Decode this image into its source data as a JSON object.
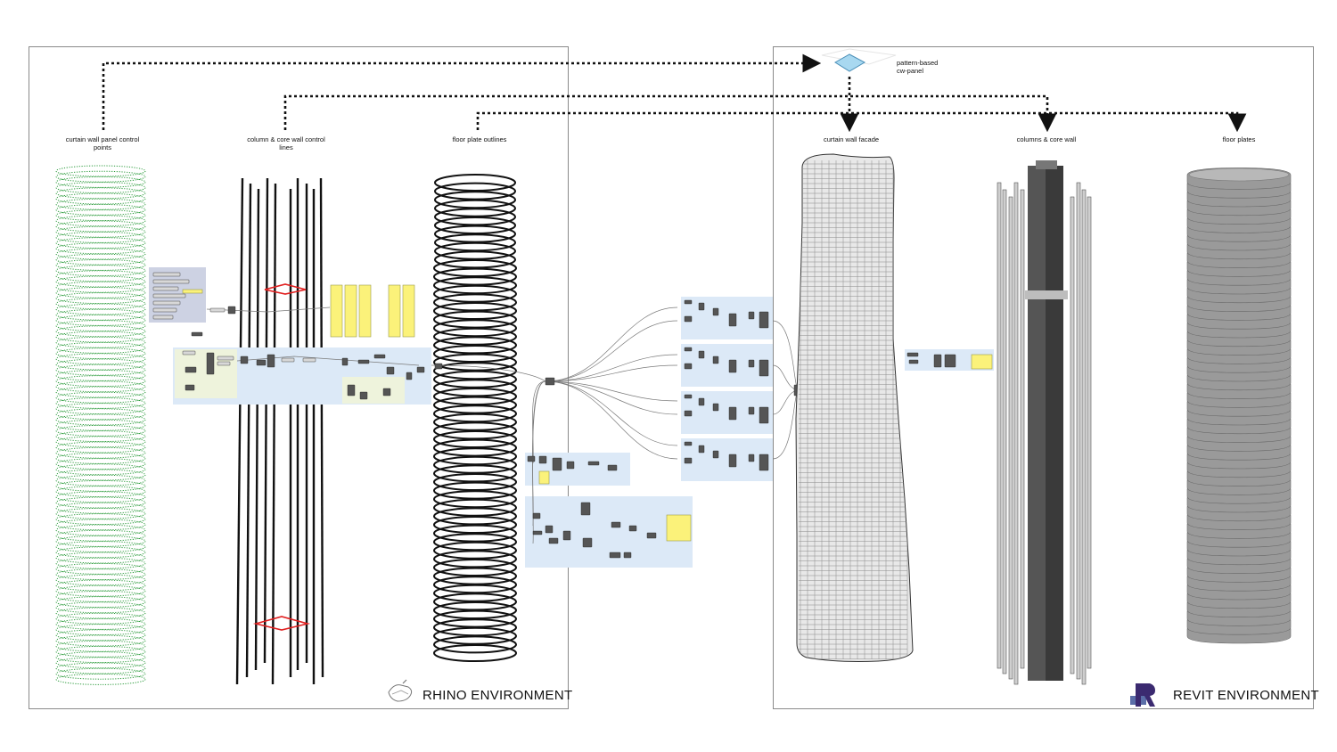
{
  "rhino": {
    "environment_label": "RHINO ENVIRONMENT",
    "labels": {
      "cw_points": "curtain wall panel control points",
      "col_lines": "column & core wall control lines",
      "floor_outlines": "floor plate outlines"
    }
  },
  "revit": {
    "environment_label": "REVIT ENVIRONMENT",
    "labels": {
      "cw_panel": "pattern-based cw-panel",
      "facade": "curtain wall facade",
      "columns": "columns & core wall",
      "floor_plates": "floor plates"
    }
  },
  "colors": {
    "frame": "#8a8a8a",
    "point_cloud": "#2a9a3a",
    "curves": "#111111",
    "marker": "#e02020",
    "group_blue": "#dce9f7",
    "group_green": "#eef3dc",
    "panel_yellow": "#fbf27a",
    "cw_panel_fill": "#a8d8f0"
  },
  "icons": {
    "rhino": "rhino-logo-icon",
    "revit": "revit-logo-icon"
  }
}
